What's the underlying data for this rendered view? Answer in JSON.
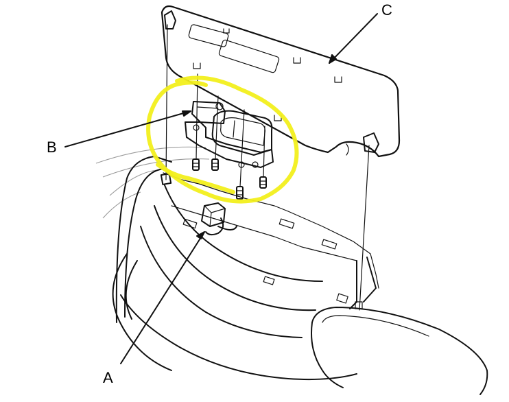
{
  "diagram": {
    "callouts": {
      "a": "A",
      "b": "B",
      "c": "C"
    },
    "highlight_color": "#f2ef1c",
    "line_color": "#111111"
  }
}
